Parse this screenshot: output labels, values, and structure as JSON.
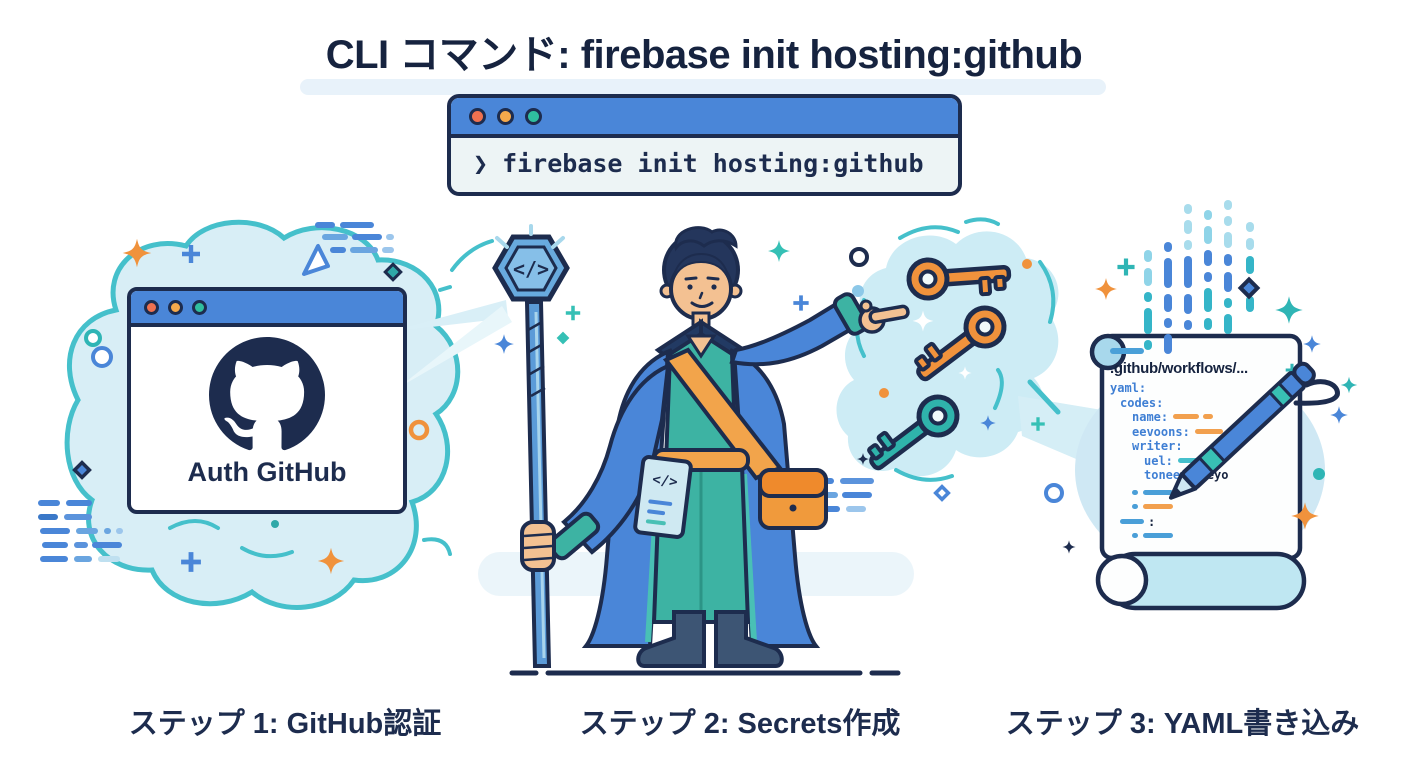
{
  "title": "CLI コマンド: firebase init hosting:github",
  "terminal": {
    "prompt": "❯",
    "command": "firebase init hosting:github"
  },
  "github_window": {
    "label": "Auth GitHub",
    "logo": "github-octocat-icon"
  },
  "wizard": {
    "staff_glyph": "</>",
    "badge_glyph": "</>"
  },
  "secrets": {
    "key_count": 3,
    "key_colors": [
      "#f0923c",
      "#f0923c",
      "#2fb3ab"
    ]
  },
  "scroll": {
    "filename": ".github/workflows/...",
    "yaml": [
      {
        "key": "yaml:"
      },
      {
        "key": "codes:"
      },
      {
        "key": "name:"
      },
      {
        "key": "eevoons:"
      },
      {
        "key": "writer:"
      },
      {
        "key": "uel:"
      },
      {
        "key": "tonees:",
        "value": "peyo"
      }
    ],
    "colon": ":"
  },
  "steps": [
    "ステップ 1: GitHub認証",
    "ステップ 2: Secrets作成",
    "ステップ 3: YAML書き込み"
  ],
  "colors": {
    "navy": "#1d2c4e",
    "blue": "#4a86d8",
    "teal": "#35b8c0",
    "orange": "#f0923c",
    "cloud": "#d8eef6",
    "terminal_bg": "#edf4f5",
    "roll": "#bfe7f2"
  }
}
